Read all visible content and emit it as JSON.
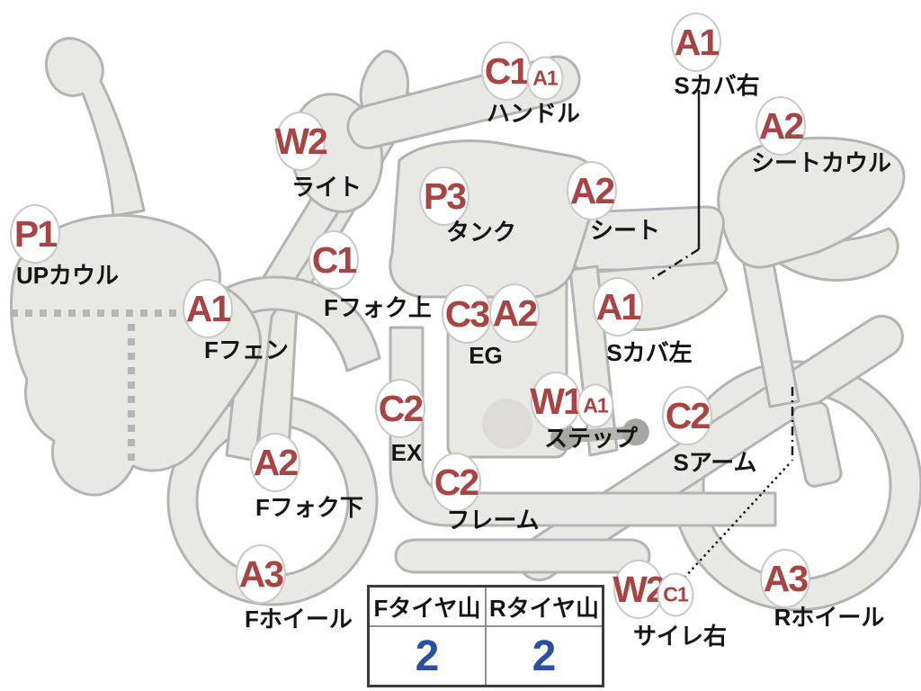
{
  "markers": [
    {
      "part": "up-cowl",
      "main": "P1",
      "label": "UPカウル"
    },
    {
      "part": "front-fender",
      "main": "A1",
      "label": "Fフェン"
    },
    {
      "part": "light",
      "main": "W2",
      "label": "ライト"
    },
    {
      "part": "front-fork-upper",
      "main": "C1",
      "label": "Fフォク上"
    },
    {
      "part": "handlebar",
      "main": "C1",
      "sub": "A1",
      "label": "ハンドル"
    },
    {
      "part": "tank",
      "main": "P3",
      "label": "タンク"
    },
    {
      "part": "seat",
      "main": "A2",
      "label": "シート"
    },
    {
      "part": "side-cover-right",
      "main": "A1",
      "label": "Sカバ右"
    },
    {
      "part": "seat-cowl",
      "main": "A2",
      "label": "シートカウル"
    },
    {
      "part": "engine",
      "main": "C3",
      "main2": "A2",
      "label": "EG"
    },
    {
      "part": "side-cover-left",
      "main": "A1",
      "label": "Sカバ左"
    },
    {
      "part": "exhaust",
      "main": "C2",
      "label": "EX"
    },
    {
      "part": "step",
      "main": "W1",
      "sub": "A1",
      "label": "ステップ"
    },
    {
      "part": "swing-arm",
      "main": "C2",
      "label": "Sアーム"
    },
    {
      "part": "frame",
      "main": "C2",
      "label": "フレーム"
    },
    {
      "part": "front-fork-lower",
      "main": "A2",
      "label": "Fフォク下"
    },
    {
      "part": "front-wheel",
      "main": "A3",
      "label": "Fホイール"
    },
    {
      "part": "silencer-right",
      "main": "W2",
      "sub": "C1",
      "label": "サイレ右"
    },
    {
      "part": "rear-wheel",
      "main": "A3",
      "label": "Rホイール"
    }
  ],
  "tire_table": {
    "columns": [
      {
        "header": "Fタイヤ山",
        "value": "2"
      },
      {
        "header": "Rタイヤ山",
        "value": "2"
      }
    ]
  },
  "colors": {
    "code_red": "#a84444",
    "tread_blue": "#2b4fa4",
    "body_fill": "#e8e8e4",
    "body_stroke": "#b3b3b3",
    "annotation_black": "#1a1a1a"
  }
}
